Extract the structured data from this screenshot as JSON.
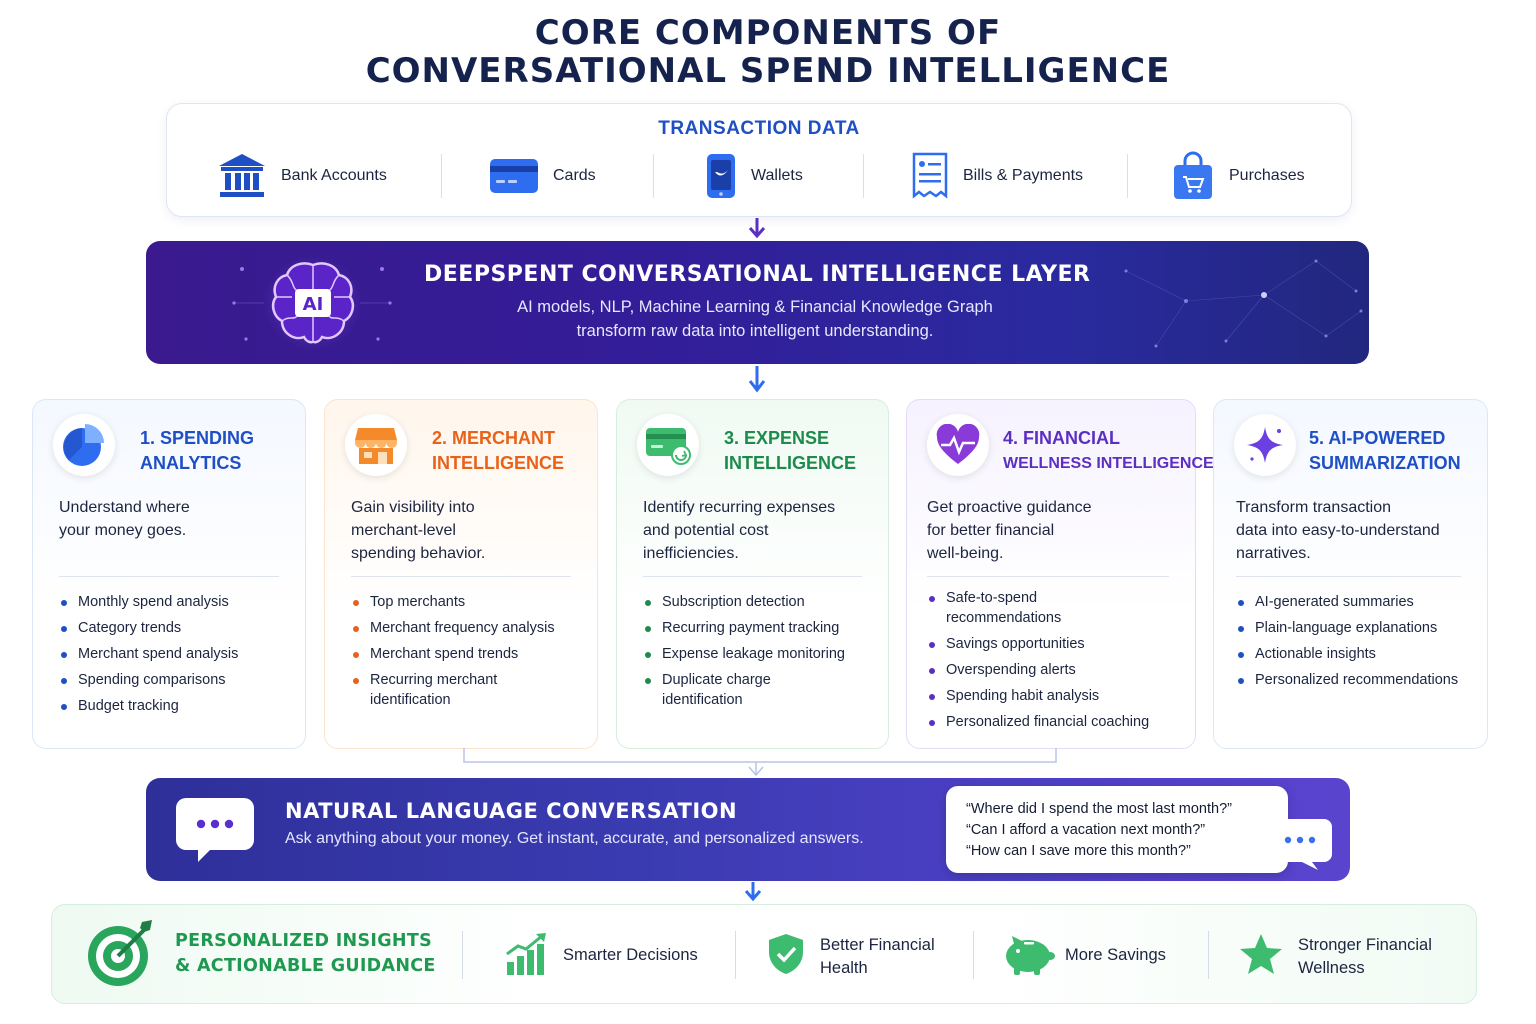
{
  "title": {
    "line1": "CORE COMPONENTS OF",
    "line2": "CONVERSATIONAL SPEND INTELLIGENCE"
  },
  "transaction_data": {
    "title": "TRANSACTION DATA",
    "items": [
      {
        "label": "Bank Accounts",
        "icon": "bank-icon"
      },
      {
        "label": "Cards",
        "icon": "card-icon"
      },
      {
        "label": "Wallets",
        "icon": "wallet-phone-icon"
      },
      {
        "label": "Bills & Payments",
        "icon": "bill-icon"
      },
      {
        "label": "Purchases",
        "icon": "shopping-bag-icon"
      }
    ]
  },
  "ai_layer": {
    "title": "DEEPSPENT CONVERSATIONAL INTELLIGENCE LAYER",
    "sub_line1": "AI models, NLP, Machine Learning & Financial Knowledge Graph",
    "sub_line2": "transform raw data into intelligent understanding.",
    "icon_text": "AI"
  },
  "components": [
    {
      "title_line1": "1. SPENDING",
      "title_line2": "ANALYTICS",
      "color": "#1f4fc4",
      "desc": [
        "Understand where",
        "your money goes."
      ],
      "items": [
        "Monthly spend analysis",
        "Category trends",
        "Merchant spend analysis",
        "Spending comparisons",
        "Budget tracking"
      ]
    },
    {
      "title_line1": "2. MERCHANT",
      "title_line2": "INTELLIGENCE",
      "color": "#e8621a",
      "desc": [
        "Gain visibility into",
        "merchant-level",
        "spending behavior."
      ],
      "items": [
        "Top merchants",
        "Merchant frequency analysis",
        "Merchant spend trends",
        "Recurring merchant",
        "identification"
      ]
    },
    {
      "title_line1": "3. EXPENSE",
      "title_line2": "INTELLIGENCE",
      "color": "#1e8a4c",
      "desc": [
        "Identify recurring expenses",
        "and potential cost",
        "inefficiencies."
      ],
      "items": [
        "Subscription detection",
        "Recurring payment tracking",
        "Expense leakage monitoring",
        "Duplicate charge",
        "identification"
      ]
    },
    {
      "title_line1": "4. FINANCIAL",
      "title_line2": "WELLNESS INTELLIGENCE",
      "color": "#5b2fc2",
      "desc": [
        "Get proactive guidance",
        "for better financial",
        "well-being."
      ],
      "items": [
        "Safe-to-spend",
        "recommendations",
        "Savings opportunities",
        "Overspending alerts",
        "Spending habit analysis",
        "Personalized financial coaching"
      ]
    },
    {
      "title_line1": "5. AI-POWERED",
      "title_line2": "SUMMARIZATION",
      "color": "#1f4fc4",
      "desc": [
        "Transform transaction",
        "data into easy-to-understand",
        "narratives."
      ],
      "items": [
        "AI-generated summaries",
        "Plain-language explanations",
        "Actionable insights",
        "Personalized recommendations"
      ]
    }
  ],
  "conversation": {
    "title": "NATURAL LANGUAGE CONVERSATION",
    "subtitle": "Ask anything about your money. Get instant, accurate, and personalized answers.",
    "questions": [
      "“Where did I spend the most last month?”",
      "“Can I afford a vacation next month?”",
      "“How can I save more this month?”"
    ]
  },
  "outcomes": {
    "title_line1": "PERSONALIZED INSIGHTS",
    "title_line2": "& ACTIONABLE GUIDANCE",
    "items": [
      {
        "line1": "Smarter Decisions",
        "line2": ""
      },
      {
        "line1": "Better Financial",
        "line2": "Health"
      },
      {
        "line1": "More Savings",
        "line2": ""
      },
      {
        "line1": "Stronger Financial",
        "line2": "Wellness"
      }
    ]
  },
  "colors": {
    "navy": "#14224d",
    "blue": "#1f4fc4",
    "orange": "#e8621a",
    "green": "#1e8a4c",
    "purple": "#5b2fc2",
    "outcome_green": "#1f9950"
  }
}
